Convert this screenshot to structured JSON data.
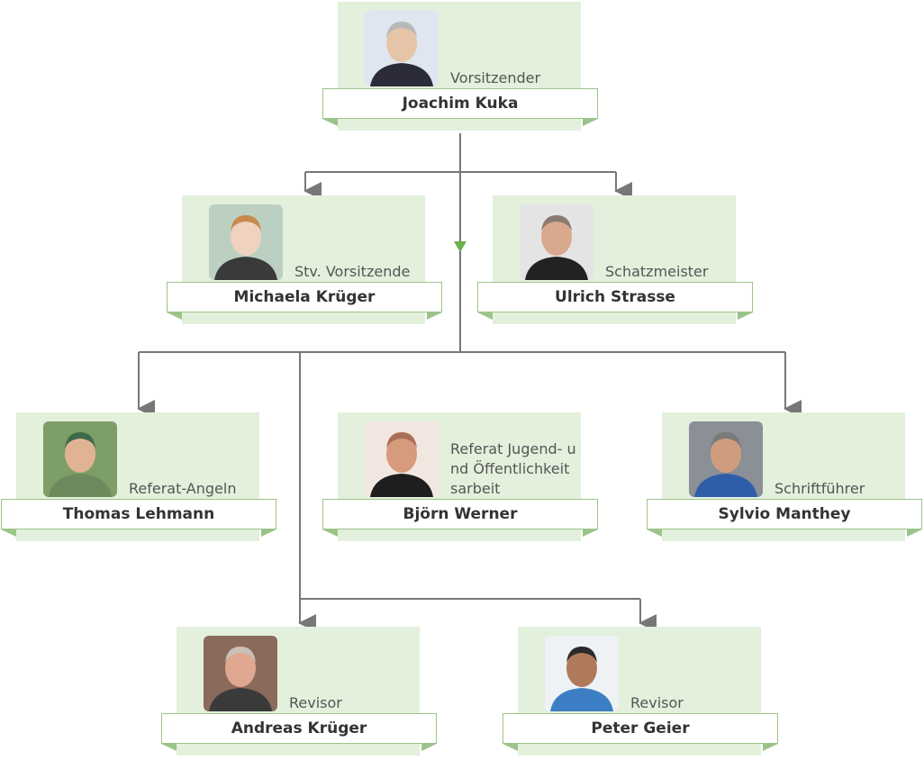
{
  "colors": {
    "card": "#e3f0dc",
    "border": "#9cc48a",
    "connector": "#777777",
    "accent": "#6ab04c"
  },
  "members": [
    {
      "name": "Joachim Kuka",
      "role": "Vorsitzender",
      "skin": "#e6c4a8",
      "hair": "#b8b8b8",
      "shirt": "#2b2b3a",
      "bg": "#dfe6ef"
    },
    {
      "name": "Michaela Krüger",
      "role": "Stv. Vorsitzende",
      "skin": "#efd2c0",
      "hair": "#c88a4a",
      "shirt": "#3a3a3a",
      "bg": "#bcd0c2"
    },
    {
      "name": "Ulrich Strasse",
      "role": "Schatzmeister",
      "skin": "#d9a98e",
      "hair": "#8a7a70",
      "shirt": "#222222",
      "bg": "#e4e4e4"
    },
    {
      "name": "Thomas Lehmann",
      "role": "Referat-Angeln",
      "skin": "#e2b393",
      "hair": "#3d6b47",
      "shirt": "#6d8a5c",
      "bg": "#7e9e68"
    },
    {
      "name": "Björn Werner",
      "role": "Referat Jugend- und Öffentlichkeitsarbeit",
      "skin": "#d69a7c",
      "hair": "#a86e58",
      "shirt": "#1e1e1e",
      "bg": "#f2e6e0"
    },
    {
      "name": "Sylvio Manthey",
      "role": "Schriftführer",
      "skin": "#cf9d7e",
      "hair": "#7a7a7a",
      "shirt": "#2f5ea8",
      "bg": "#8b8f96"
    },
    {
      "name": "Andreas Krüger",
      "role": "Revisor",
      "skin": "#e0a890",
      "hair": "#c9c0b8",
      "shirt": "#3a3a3a",
      "bg": "#8a6a5a"
    },
    {
      "name": "Peter Geier",
      "role": "Revisor",
      "skin": "#b07a5a",
      "hair": "#2a2a2a",
      "shirt": "#3d7fc4",
      "bg": "#eef2f5"
    }
  ]
}
